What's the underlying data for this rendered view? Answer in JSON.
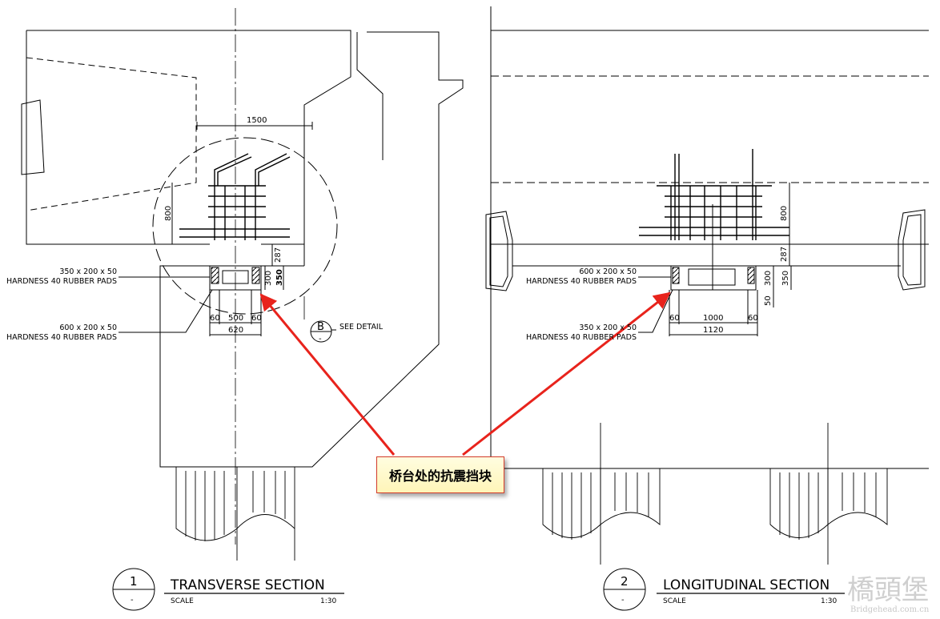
{
  "left_section": {
    "dim_top": "1500",
    "dim_height": "800",
    "dim_287": "287",
    "dim_300": "300",
    "dim_350": "350",
    "dim_60a": "60",
    "dim_500": "500",
    "dim_60b": "60",
    "dim_620": "620",
    "pad1_line1": "350 x 200 x 50",
    "pad1_line2": "HARDNESS 40 RUBBER PADS",
    "pad2_line1": "600 x 200 x 50",
    "pad2_line2": "HARDNESS 40 RUBBER PADS",
    "detail_letter": "B",
    "detail_sub": "-",
    "detail_text": "SEE DETAIL",
    "title_number": "1",
    "title_sub": "-",
    "title": "TRANSVERSE SECTION",
    "scale_label": "SCALE",
    "scale_value": "1:30"
  },
  "right_section": {
    "dim_800": "800",
    "dim_287": "287",
    "dim_300": "300",
    "dim_350": "350",
    "dim_50": "50",
    "dim_60a": "60",
    "dim_1000": "1000",
    "dim_60b": "60",
    "dim_1120": "1120",
    "pad1_line1": "600 x 200 x 50",
    "pad1_line2": "HARDNESS 40 RUBBER PADS",
    "pad2_line1": "350 x 200 x 50",
    "pad2_line2": "HARDNESS 40 RUBBER PADS",
    "title_number": "2",
    "title_sub": "-",
    "title": "LONGITUDINAL SECTION",
    "scale_label": "SCALE",
    "scale_value": "1:30"
  },
  "callout": {
    "text": "桥台处的抗震挡块",
    "border_color": "#d43b2a",
    "arrow_color": "#e8231c"
  },
  "watermark": {
    "main": "橋頭堡",
    "url": "Bridgehead.com.cn"
  }
}
